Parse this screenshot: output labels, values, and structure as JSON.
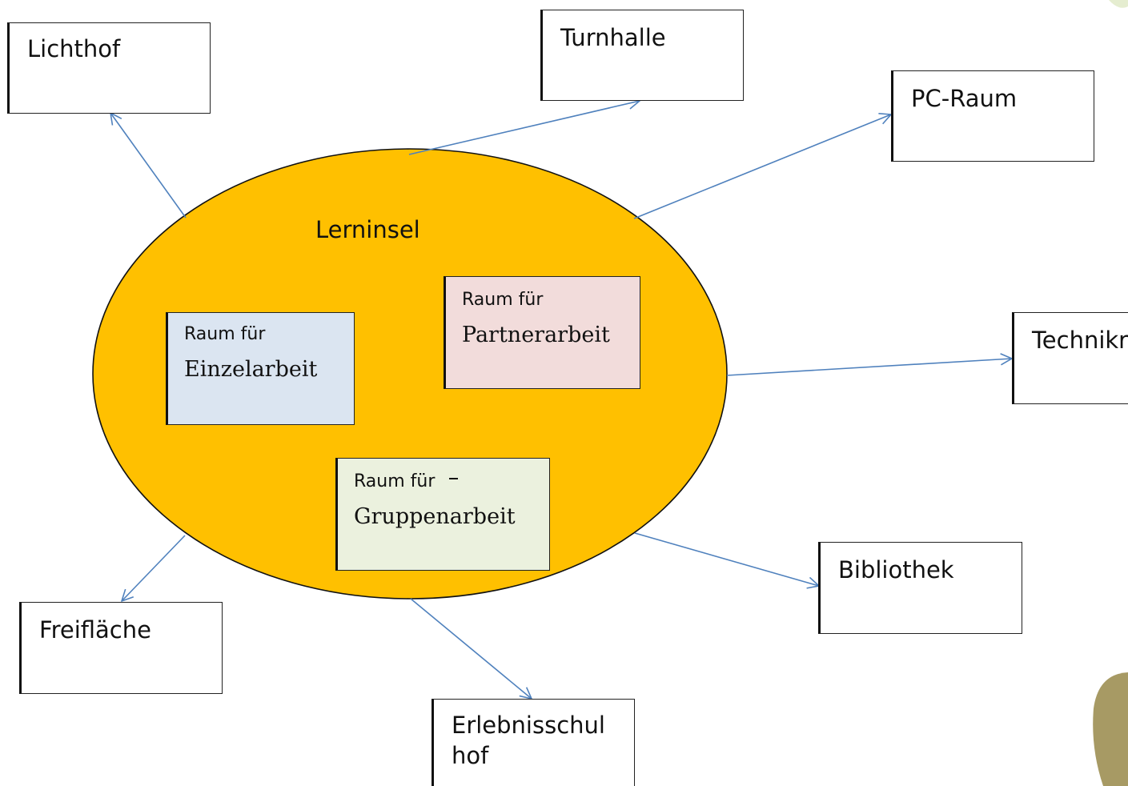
{
  "center": {
    "title": "Lerninsel",
    "fill_color": "#ffc000"
  },
  "rooms": {
    "einzel": {
      "line1": "Raum für",
      "line2": "Einzelarbeit",
      "color": "#dbe5f1"
    },
    "partner": {
      "line1": "Raum für",
      "line2": "Partnerarbeit",
      "color": "#f2dcdb"
    },
    "gruppen": {
      "line1": "Raum für ",
      "line2": "Gruppenarbeit",
      "color": "#ebf1de"
    }
  },
  "destinations": {
    "lichthof": "Lichthof",
    "turnhalle": "Turnhalle",
    "pc_raum": "PC-Raum",
    "technik": "Technikr",
    "bibliothek": "Bibliothek",
    "erlebnis_1": "Erlebnisschul",
    "erlebnis_2": "hof",
    "freiflaeche": "Freifläche"
  },
  "arrow_color": "#4f81bd"
}
